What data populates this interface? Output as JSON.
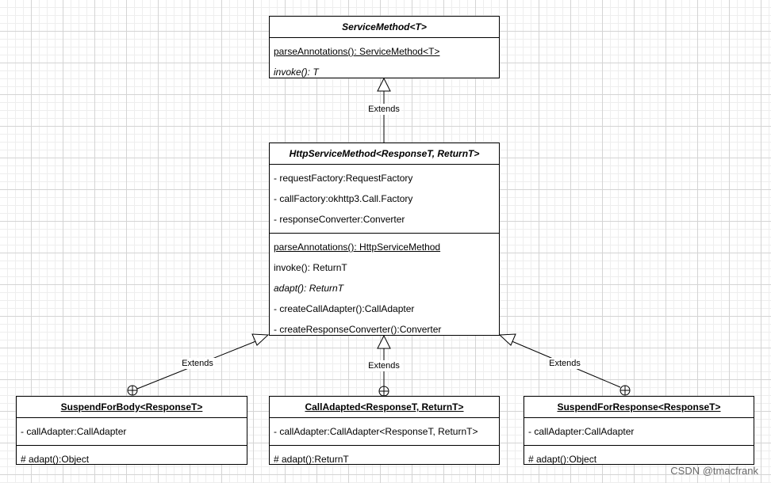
{
  "service_method": {
    "title": "ServiceMethod<T>",
    "methods": [
      "parseAnnotations(): ServiceMethod<T>",
      "invoke(): T"
    ]
  },
  "http_service_method": {
    "title": "HttpServiceMethod<ResponseT, ReturnT>",
    "fields": [
      "- requestFactory:RequestFactory",
      "- callFactory:okhttp3.Call.Factory",
      "- responseConverter:Converter"
    ],
    "methods": [
      "parseAnnotations(): HttpServiceMethod",
      "invoke(): ReturnT",
      "adapt(): ReturnT",
      "- createCallAdapter():CallAdapter",
      "- createResponseConverter():Converter"
    ]
  },
  "suspend_for_body": {
    "title": "SuspendForBody<ResponseT>",
    "fields": [
      "- callAdapter:CallAdapter"
    ],
    "methods": [
      "# adapt():Object"
    ]
  },
  "call_adapted": {
    "title": "CallAdapted<ResponseT, ReturnT>",
    "fields": [
      "- callAdapter:CallAdapter<ResponseT, ReturnT>"
    ],
    "methods": [
      "# adapt():ReturnT"
    ]
  },
  "suspend_for_response": {
    "title": "SuspendForResponse<ResponseT>",
    "fields": [
      "- callAdapter:CallAdapter"
    ],
    "methods": [
      "# adapt():Object"
    ]
  },
  "edges": {
    "extends_top": "Extends",
    "extends_left": "Extends",
    "extends_middle": "Extends",
    "extends_right": "Extends"
  },
  "watermark": "CSDN @tmacfrank"
}
